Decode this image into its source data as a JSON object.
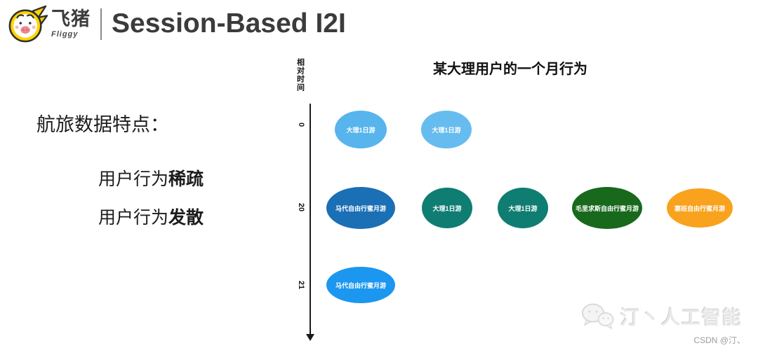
{
  "header": {
    "brand_cn": "飞猪",
    "brand_en": "Fliggy",
    "title": "Session-Based I2I",
    "logo_colors": {
      "flame": "#ffd400",
      "outline": "#2f2f2f",
      "snout": "#f0868f",
      "face": "#ffffff"
    }
  },
  "left_panel": {
    "heading": "航旅数据特点：",
    "bullets": [
      {
        "prefix": "用户行为",
        "emphasis": "稀疏"
      },
      {
        "prefix": "用户行为",
        "emphasis": "发散"
      }
    ]
  },
  "chart_data": {
    "type": "scatter",
    "title": "某大理用户的一个月行为",
    "ylabel": "相对时间",
    "y_ticks": [
      "0",
      "20",
      "21"
    ],
    "legend_position": "none",
    "grid": false,
    "axis": {
      "x": 442,
      "top": 148,
      "bottom": 478
    },
    "rows": [
      {
        "time": "0",
        "tick_y": 178,
        "events": [
          {
            "label": "大理1日游",
            "color": "#57b4ec",
            "cx": 514,
            "cy": 185,
            "w": 74,
            "h": 54
          },
          {
            "label": "大理1日游",
            "color": "#66bcee",
            "cx": 636,
            "cy": 185,
            "w": 72,
            "h": 54
          }
        ]
      },
      {
        "time": "20",
        "tick_y": 296,
        "events": [
          {
            "label": "马代自由行蜜月游",
            "color": "#1b6fb5",
            "cx": 514,
            "cy": 297,
            "w": 98,
            "h": 60
          },
          {
            "label": "大理1日游",
            "color": "#0f7d72",
            "cx": 637,
            "cy": 297,
            "w": 72,
            "h": 58
          },
          {
            "label": "大理1日游",
            "color": "#0f7d72",
            "cx": 745,
            "cy": 297,
            "w": 72,
            "h": 58
          },
          {
            "label": "毛里求斯自由行蜜月游",
            "color": "#18691c",
            "cx": 865,
            "cy": 297,
            "w": 100,
            "h": 60
          },
          {
            "label": "塞班自由行蜜月游",
            "color": "#f9a21e",
            "cx": 997,
            "cy": 297,
            "w": 94,
            "h": 56
          }
        ]
      },
      {
        "time": "21",
        "tick_y": 407,
        "events": [
          {
            "label": "马代自由行蜜月游",
            "color": "#1b97ef",
            "cx": 514,
            "cy": 407,
            "w": 98,
            "h": 52
          }
        ]
      }
    ]
  },
  "watermark": {
    "text": "汀丶人工智能",
    "credit": "CSDN @汀、"
  }
}
